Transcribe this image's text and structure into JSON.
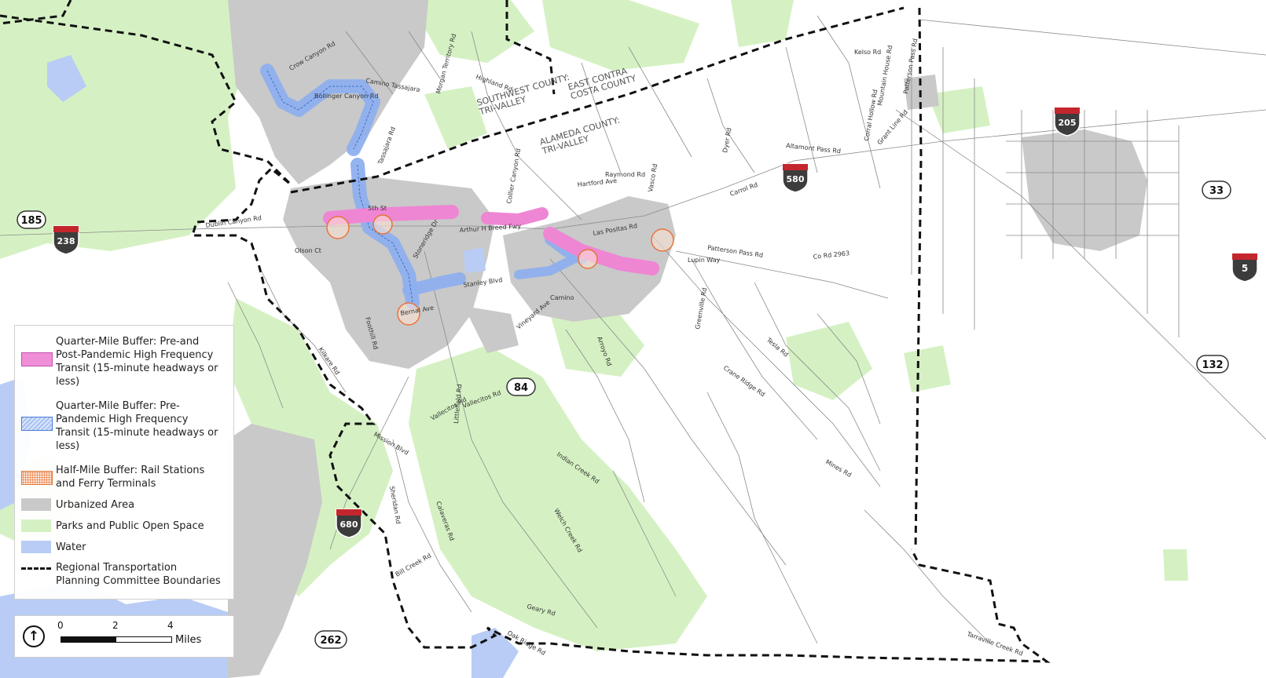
{
  "colors": {
    "urbanized": "#c9c9c9",
    "parks": "#d5f1c3",
    "water": "#b8ccf5",
    "hft_buffer": "#ee86d4",
    "pre_pandemic_buffer": "#8fb0ee",
    "rail_buffer": "#e8743a",
    "boundary": "#111111",
    "interstate_shield": "#c4262e"
  },
  "region_labels": [
    {
      "id": "swcounty",
      "text": "SOUTHWEST COUNTY:\nTRI-VALLEY"
    },
    {
      "id": "ecc",
      "text": "EAST CONTRA\nCOSTA COUNTY"
    },
    {
      "id": "alameda",
      "text": "ALAMEDA COUNTY:\nTRI-VALLEY"
    }
  ],
  "interstates": [
    {
      "id": "i238",
      "number": "238"
    },
    {
      "id": "i580",
      "number": "580"
    },
    {
      "id": "i205",
      "number": "205"
    },
    {
      "id": "i5",
      "number": "5"
    },
    {
      "id": "i680",
      "number": "680"
    }
  ],
  "state_routes": [
    {
      "id": "sr185",
      "number": "185"
    },
    {
      "id": "sr84",
      "number": "84"
    },
    {
      "id": "sr33",
      "number": "33"
    },
    {
      "id": "sr132",
      "number": "132"
    },
    {
      "id": "sr262",
      "number": "262"
    }
  ],
  "road_labels": [
    {
      "id": "r1",
      "text": "Dublin Canyon Rd"
    },
    {
      "id": "r2",
      "text": "Stoneridge Dr"
    },
    {
      "id": "r3",
      "text": "Arthur H Breed Fwy"
    },
    {
      "id": "r4",
      "text": "Stanley Blvd"
    },
    {
      "id": "r5",
      "text": "Vineyard Ave"
    },
    {
      "id": "r6",
      "text": "Vallecitos Rd"
    },
    {
      "id": "r7",
      "text": "Mines Rd"
    },
    {
      "id": "r8",
      "text": "Patterson Pass Rd"
    },
    {
      "id": "r9",
      "text": "Altamont Pass Rd"
    },
    {
      "id": "r10",
      "text": "Tesla Rd"
    },
    {
      "id": "r11",
      "text": "Crane Ridge Rd"
    },
    {
      "id": "r12",
      "text": "Greenville Rd"
    },
    {
      "id": "r13",
      "text": "Calaveras Rd"
    },
    {
      "id": "r14",
      "text": "Kilkare Rd"
    },
    {
      "id": "r15",
      "text": "Mission Blvd"
    },
    {
      "id": "r16",
      "text": "Geary Rd"
    },
    {
      "id": "r17",
      "text": "Hartford Ave"
    },
    {
      "id": "r18",
      "text": "Raymond Rd"
    },
    {
      "id": "r19",
      "text": "Collier Canyon Rd"
    },
    {
      "id": "r20",
      "text": "Dyer Rd"
    },
    {
      "id": "r21",
      "text": "Lupin Way"
    },
    {
      "id": "r22",
      "text": "Co Rd 2963"
    },
    {
      "id": "r23",
      "text": "Tassajara Rd"
    },
    {
      "id": "r24",
      "text": "Camino Tassajara"
    },
    {
      "id": "r25",
      "text": "Crow Canyon Rd"
    },
    {
      "id": "r26",
      "text": "Bollinger Canyon Rd"
    },
    {
      "id": "r27",
      "text": "Highland Rd"
    },
    {
      "id": "r28",
      "text": "Morgan Territory Rd"
    },
    {
      "id": "r29",
      "text": "Vasco Rd"
    },
    {
      "id": "r30",
      "text": "Carrol Rd"
    },
    {
      "id": "r31",
      "text": "Las Positas Rd"
    },
    {
      "id": "r32",
      "text": "Corral Hollow Rd"
    },
    {
      "id": "r33",
      "text": "Arroyo Rd"
    },
    {
      "id": "r34",
      "text": "Foothill Rd"
    },
    {
      "id": "r35",
      "text": "Indian Creek Rd"
    },
    {
      "id": "r36",
      "text": "Welch Creek Rd"
    },
    {
      "id": "r37",
      "text": "Sheridan Rd"
    },
    {
      "id": "r38",
      "text": "Bill Creek Rd"
    },
    {
      "id": "r39",
      "text": "Kelso Rd"
    },
    {
      "id": "r40",
      "text": "Mountain House Rd"
    },
    {
      "id": "r41",
      "text": "Grant Line Rd"
    },
    {
      "id": "r42",
      "text": "Patterson Pass Rd"
    },
    {
      "id": "r43",
      "text": "Tarraville Creek Rd"
    },
    {
      "id": "r44",
      "text": "Littlefield Rd"
    },
    {
      "id": "r45",
      "text": "Camino"
    },
    {
      "id": "r46",
      "text": "Olson Ct"
    },
    {
      "id": "r47",
      "text": "5th St"
    },
    {
      "id": "r48",
      "text": "Bernal Ave"
    },
    {
      "id": "r49",
      "text": "Vallecitos Rd"
    },
    {
      "id": "r50",
      "text": "Oak Ridge Rd"
    }
  ],
  "legend": {
    "hft": "Quarter-Mile Buffer: Pre-and\nPost-Pandemic High Frequency\nTransit (15-minute headways or\nless)",
    "pre": "Quarter-Mile Buffer: Pre-\nPandemic High Frequency\nTransit (15-minute headways or\nless)",
    "rail": "Half-Mile Buffer: Rail Stations\nand Ferry Terminals",
    "urban": "Urbanized Area",
    "parks": "Parks and Public Open Space",
    "water": "Water",
    "boundary": "Regional Transportation\nPlanning Committee Boundaries"
  },
  "scale": {
    "ticks": [
      "0",
      "2",
      "4"
    ],
    "unit": "Miles",
    "north_symbol": "↑"
  }
}
